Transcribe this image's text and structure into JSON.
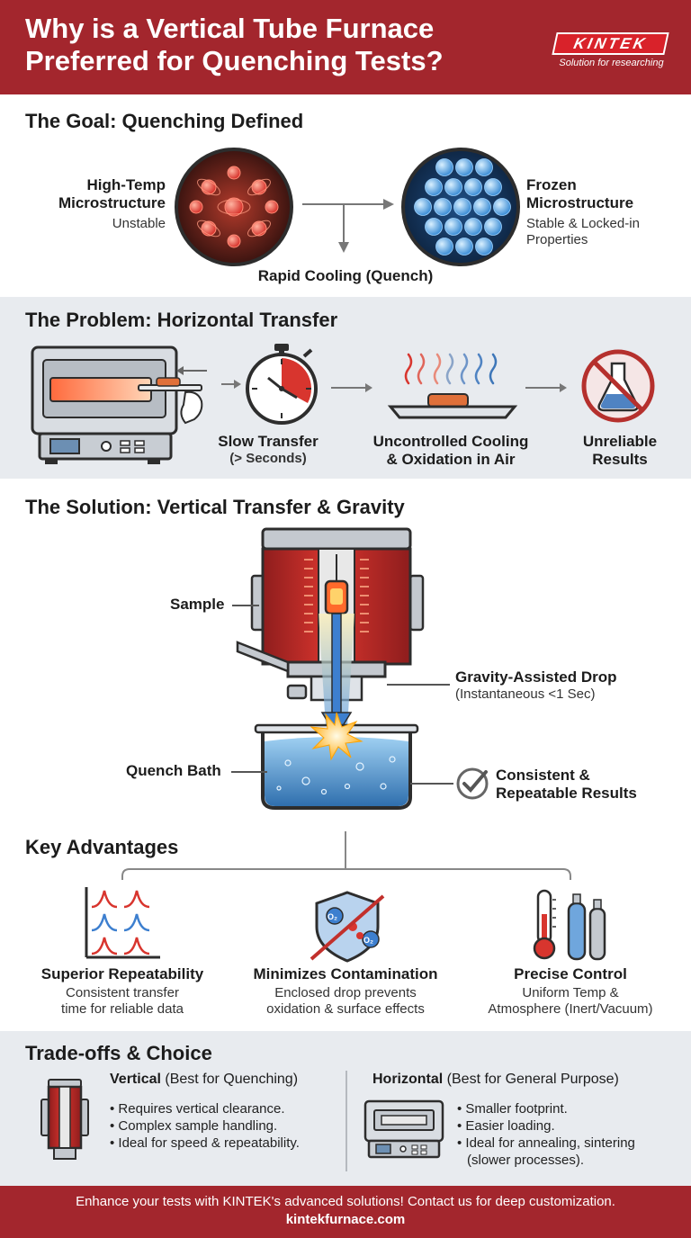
{
  "header": {
    "title_line1": "Why is a Vertical Tube Furnace",
    "title_line2": "Preferred for Quenching Tests?",
    "logo": "KINTEK",
    "logo_tagline": "Solution for researching"
  },
  "goal": {
    "title": "The Goal: Quenching Defined",
    "left_title_1": "High-Temp",
    "left_title_2": "Microstructure",
    "left_sub": "Unstable",
    "right_title_1": "Frozen",
    "right_title_2": "Microstructure",
    "right_sub_1": "Stable & Locked-in",
    "right_sub_2": "Properties",
    "arrow_label": "Rapid Cooling (Quench)"
  },
  "problem": {
    "title": "The Problem: Horizontal Transfer",
    "step1_1": "Slow Transfer",
    "step1_2": "(> Seconds)",
    "step2_1": "Uncontrolled Cooling",
    "step2_2": "& Oxidation in Air",
    "step3_1": "Unreliable",
    "step3_2": "Results"
  },
  "solution": {
    "title": "The Solution: Vertical Transfer & Gravity",
    "sample": "Sample",
    "drop_1": "Gravity-Assisted Drop",
    "drop_2": "(Instantaneous <1 Sec)",
    "bath": "Quench Bath",
    "result_1": "Consistent &",
    "result_2": "Repeatable Results"
  },
  "advantages": {
    "title": "Key Advantages",
    "items": [
      {
        "title": "Superior Repeatability",
        "line1": "Consistent transfer",
        "line2": "time for reliable data"
      },
      {
        "title": "Minimizes Contamination",
        "line1": "Enclosed drop prevents",
        "line2": "oxidation & surface effects"
      },
      {
        "title": "Precise Control",
        "line1": "Uniform Temp &",
        "line2": "Atmosphere (Inert/Vacuum)"
      }
    ],
    "o2_a": "O₂",
    "o2_b": "O₂"
  },
  "tradeoffs": {
    "title": "Trade-offs & Choice",
    "vertical": {
      "name": "Vertical",
      "note": "(Best for Quenching)",
      "bullets": [
        "Requires vertical clearance.",
        "Complex sample handling.",
        "Ideal for speed & repeatability."
      ]
    },
    "horizontal": {
      "name": "Horizontal",
      "note": "(Best for General Purpose)",
      "bullets": [
        "Smaller footprint.",
        "Easier loading.",
        "Ideal for annealing, sintering",
        "(slower processes)."
      ]
    }
  },
  "footer": {
    "line1": "Enhance your tests with KINTEK's advanced solutions! Contact us for deep customization.",
    "line2": "kintekfurnace.com"
  },
  "colors": {
    "brand_red": "#a3262d",
    "band_gray": "#e8ebef",
    "hot_red": "#d8352e",
    "cool_blue": "#2f6fae"
  }
}
